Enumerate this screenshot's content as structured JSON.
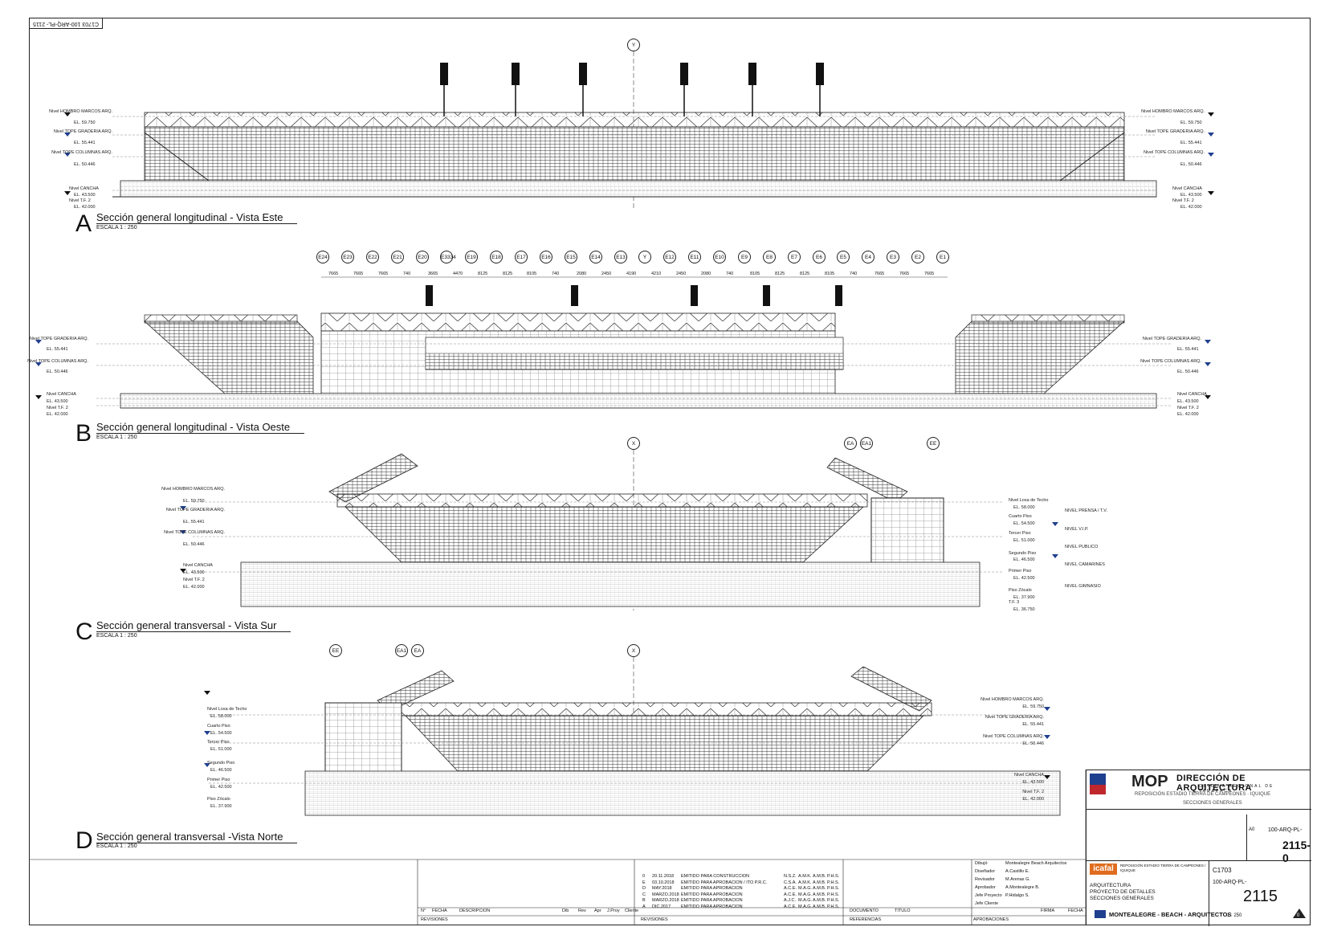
{
  "sheet_code": "C1703 100-ARQ-PL- 2115",
  "sections": [
    {
      "letter": "A",
      "title": "Sección general longitudinal - Vista Este",
      "scale": "ESCALA 1 : 250",
      "levels_left": [
        "Nivel HOMBRO MARCOS ARQ.",
        "EL. 59.750",
        "Nivel TOPE GRADERIA ARQ.",
        "EL. 55.441",
        "Nivel TOPE COLUMNAS ARQ.",
        "EL. 50.446",
        "Nivel CANCHA",
        "EL. 43.500",
        "Nivel T.F. 2",
        "EL. 42.000"
      ],
      "grid_top": "Y"
    },
    {
      "letter": "B",
      "title": "Sección general longitudinal - Vista Oeste",
      "scale": "ESCALA 1 : 250",
      "levels_left": [
        "Nivel TOPE GRADERIA ARQ.",
        "EL. 55.441",
        "Nivel TOPE COLUMNAS ARQ.",
        "EL. 50.446",
        "Nivel CANCHA",
        "EL. 43.500",
        "Nivel T.F. 2",
        "EL. 42.000"
      ],
      "grid": [
        "E24",
        "E23",
        "E22",
        "E21",
        "E20",
        "E3334",
        "E19",
        "E18",
        "E17",
        "E16",
        "E15",
        "E14",
        "E13",
        "Y",
        "E12",
        "E11",
        "E10",
        "E9",
        "E8",
        "E7",
        "E6",
        "E5",
        "E4",
        "E3",
        "E2",
        "E1"
      ],
      "dims": [
        "7665",
        "7665",
        "7665",
        "740",
        "3665",
        "4470",
        "8125",
        "8125",
        "8105",
        "740",
        "2080",
        "2450",
        "4190",
        "4210",
        "2450",
        "2080",
        "740",
        "8105",
        "8125",
        "8125",
        "8105",
        "740",
        "7665",
        "7665",
        "7665"
      ]
    },
    {
      "letter": "C",
      "title": "Sección general transversal - Vista Sur",
      "scale": "ESCALA 1 : 250",
      "grid_top": [
        "X",
        "EA",
        "EA1",
        "EE"
      ],
      "levels_left": [
        "Nivel HOMBRO MARCOS ARQ.",
        "EL. 59.750",
        "Nivel TOPE GRADERIA ARQ.",
        "EL. 55.441",
        "Nivel TOPE COLUMNAS ARQ.",
        "EL. 50.446",
        "Nivel CANCHA",
        "EL. 43.500",
        "Nivel T.F. 2",
        "EL. 42.000"
      ],
      "levels_right": [
        "Nivel Losa de Techo",
        "EL. 58.000",
        "Cuarto Piso",
        "EL. 54.500",
        "Tercer Piso",
        "EL. 51.000",
        "Segundo Piso",
        "EL. 46.500",
        "Primer Piso",
        "EL. 42.500",
        "Piso Zócalo",
        "EL. 37.900",
        "T.F. 3",
        "EL. 36.750"
      ],
      "floor_notes": [
        "NIVEL PRENSA / T.V.",
        "NIVEL V.I.P.",
        "NIVEL PUBLICO",
        "NIVEL CAMARINES",
        "NIVEL GIMNASIO"
      ]
    },
    {
      "letter": "D",
      "title": "Sección general transversal -Vista Norte",
      "scale": "ESCALA 1 : 250",
      "grid_top": [
        "EE",
        "EA1",
        "EA",
        "X"
      ],
      "levels_left": [
        "Nivel Losa de Techo",
        "EL. 58.000",
        "Cuarto Piso",
        "EL. 54.500",
        "Tercer Piso",
        "EL. 51.000",
        "Segundo Piso",
        "EL. 46.500",
        "Primer Piso",
        "EL. 42.500",
        "Piso Zócalo",
        "EL. 37.900"
      ],
      "levels_right": [
        "Nivel HOMBRO MARCOS ARQ.",
        "EL. 59.750",
        "Nivel TOPE GRADERIA ARQ.",
        "EL. 55.441",
        "Nivel TOPE COLUMNAS ARQ.",
        "EL. 50.446",
        "Nivel CANCHA",
        "EL. 43.500",
        "Nivel T.F. 2",
        "EL. 42.000"
      ]
    }
  ],
  "title_block": {
    "org": "MOP",
    "direction": "DIRECCIÓN DE ARQUITECTURA",
    "subdirection": "OFICINA REGIONAL DE TARAPACA",
    "project": "REPOSICIÓN ESTADIO TIERRA DE CAMPEONES · IQUIQUE",
    "drawing": "SECCIONES GENERALES",
    "format": "A0",
    "code_box": "100-ARQ-PL-",
    "number_box": "2115- 0",
    "contractor_logo": "icafal",
    "contractor_note": "REPOSICIÓN ESTADIO TIERRA DE CAMPEONES / IQUIQUE",
    "specialty": "ARQUITECTURA",
    "stage": "PROYECTO DE DETALLES",
    "content": "SECCIONES GENERALES",
    "project_code": "C1703",
    "plan_code": "100-ARQ-PL-",
    "plan_number": "2115",
    "scale": "1 : 250",
    "revision": "0",
    "architects": "MONTEALEGRE - BEACH - ARQUITECTOS"
  },
  "revisions": [
    {
      "rev": "0",
      "date": "20.11.2018",
      "desc": "EMITIDO PARA CONSTRUCCION",
      "by": "N.S.Z.",
      "rv": "A.M.K.",
      "ap": "A.M.B.",
      "jp": "P.H.S."
    },
    {
      "rev": "E",
      "date": "03.10.2018",
      "desc": "EMITIDO PARA APROBACION / ITO P.R.C.",
      "by": "C.S.A.",
      "rv": "A.M.K.",
      "ap": "A.M.B.",
      "jp": "P.H.S."
    },
    {
      "rev": "D",
      "date": "MAY.2018",
      "desc": "EMITIDO PARA APROBACION",
      "by": "A.C.E.",
      "rv": "M.A.G.",
      "ap": "A.M.B.",
      "jp": "P.H.S."
    },
    {
      "rev": "C",
      "date": "MARZO.2018",
      "desc": "EMITIDO PARA APROBACION",
      "by": "A.C.E.",
      "rv": "M.A.G.",
      "ap": "A.M.B.",
      "jp": "P.H.S."
    },
    {
      "rev": "B",
      "date": "MARZO.2018",
      "desc": "EMITIDO PARA APROBACION",
      "by": "A.J.C.",
      "rv": "M.A.G.",
      "ap": "A.M.B.",
      "jp": "P.H.S."
    },
    {
      "rev": "A",
      "date": "DIC.2017",
      "desc": "EMITIDO PARA APROBACION",
      "by": "A.C.E.",
      "rv": "M.A.G.",
      "ap": "A.M.B.",
      "jp": "P.H.S."
    }
  ],
  "rev_headers": [
    "N°",
    "FECHA",
    "DESCRIPCION",
    "Dib",
    "Rev",
    "Apr",
    "J.Proy",
    "Cliente",
    "DOCUMENTO",
    "TITULO"
  ],
  "footer_labels": [
    "REVISIONES",
    "REVISIONES",
    "REFERENCIAS",
    "APROBACIONES",
    "FIRMA",
    "FECHA"
  ],
  "signatures": [
    {
      "role": "Dibujó",
      "name": "Montealegre Beach Arquitectos"
    },
    {
      "role": "Diseñador",
      "name": "A.Castillo E."
    },
    {
      "role": "Revisador",
      "name": "M.Arenas G."
    },
    {
      "role": "Aprobador",
      "name": "A.Montealegre B."
    },
    {
      "role": "Jefe Proyecto",
      "name": "P.Hidalgo S."
    },
    {
      "role": "Jefe Cliente",
      "name": ""
    }
  ]
}
